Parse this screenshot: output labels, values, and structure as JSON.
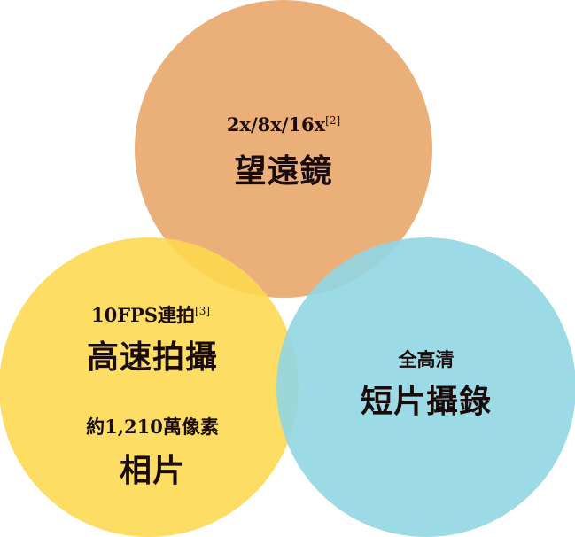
{
  "colors": {
    "telescope": "#EBB07A",
    "burst": "#FDD84F",
    "video": "#91D6E3",
    "text": "#1a0c0c"
  },
  "telescope": {
    "subtitle": "2x/8x/16x",
    "note": "[2]",
    "title": "望遠鏡"
  },
  "burst": {
    "subtitle": "10FPS連拍",
    "note": "[3]",
    "title": "高速拍攝",
    "subtitle2": "約1,210萬像素",
    "title2": "相片"
  },
  "video": {
    "subtitle": "全高清",
    "title": "短片攝錄"
  }
}
